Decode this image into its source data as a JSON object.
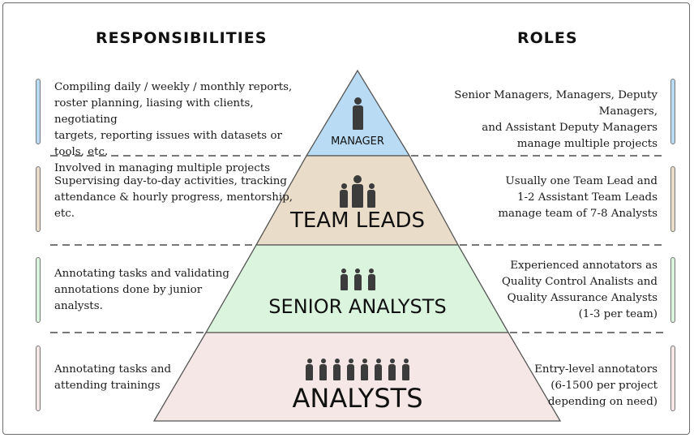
{
  "headers": {
    "responsibilities": "RESPONSIBILITIES",
    "roles": "ROLES"
  },
  "colors": {
    "manager": "#b9dcf4",
    "team_leads": "#e9dcc8",
    "senior_analysts": "#daf4dd",
    "analysts": "#f5e7e5",
    "divider": "#777777",
    "icon": "#3c3c3c"
  },
  "tiers": [
    {
      "id": "manager",
      "label": "MANAGER",
      "icon": "person-icon",
      "people_count": 1,
      "responsibilities": "Compiling daily / weekly / monthly reports,\nroster planning, liasing with clients, negotiating\ntargets, reporting issues with datasets or tools, etc.\nInvolved in managing multiple projects",
      "roles": "Senior Managers, Managers, Deputy Managers,\nand Assistant Deputy Managers\nmanage multiple projects"
    },
    {
      "id": "team-leads",
      "label": "TEAM LEADS",
      "icon": "person-icon",
      "people_count": 3,
      "responsibilities": "Supervising day-to-day activities, tracking\nattendance & hourly progress, mentorship,\netc.",
      "roles": "Usually one Team Lead and\n1-2 Assistant Team Leads\nmanage team of 7-8 Analysts"
    },
    {
      "id": "senior-analysts",
      "label": "SENIOR ANALYSTS",
      "icon": "person-icon",
      "people_count": 3,
      "responsibilities": "Annotating tasks and validating\nannotations done by junior\nanalysts.",
      "roles": "Experienced annotators as\nQuality Control Analists and\nQuality Assurance Analysts\n(1-3 per team)"
    },
    {
      "id": "analysts",
      "label": "ANALYSTS",
      "icon": "person-icon",
      "people_count": 8,
      "responsibilities": "Annotating tasks and\nattending trainings",
      "roles": "Entry-level annotators\n(6-1500 per project\ndepending on need)"
    }
  ]
}
